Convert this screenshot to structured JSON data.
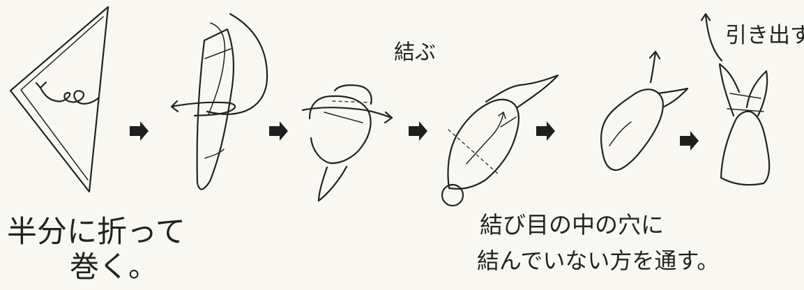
{
  "labels": {
    "fold_half": "半分に折って",
    "roll": "巻く。",
    "tie": "結ぶ",
    "pull_out": "引き出す",
    "through_hole_line1": "結び目の中の穴に",
    "through_hole_line2": "結んでいない方を通す。"
  }
}
